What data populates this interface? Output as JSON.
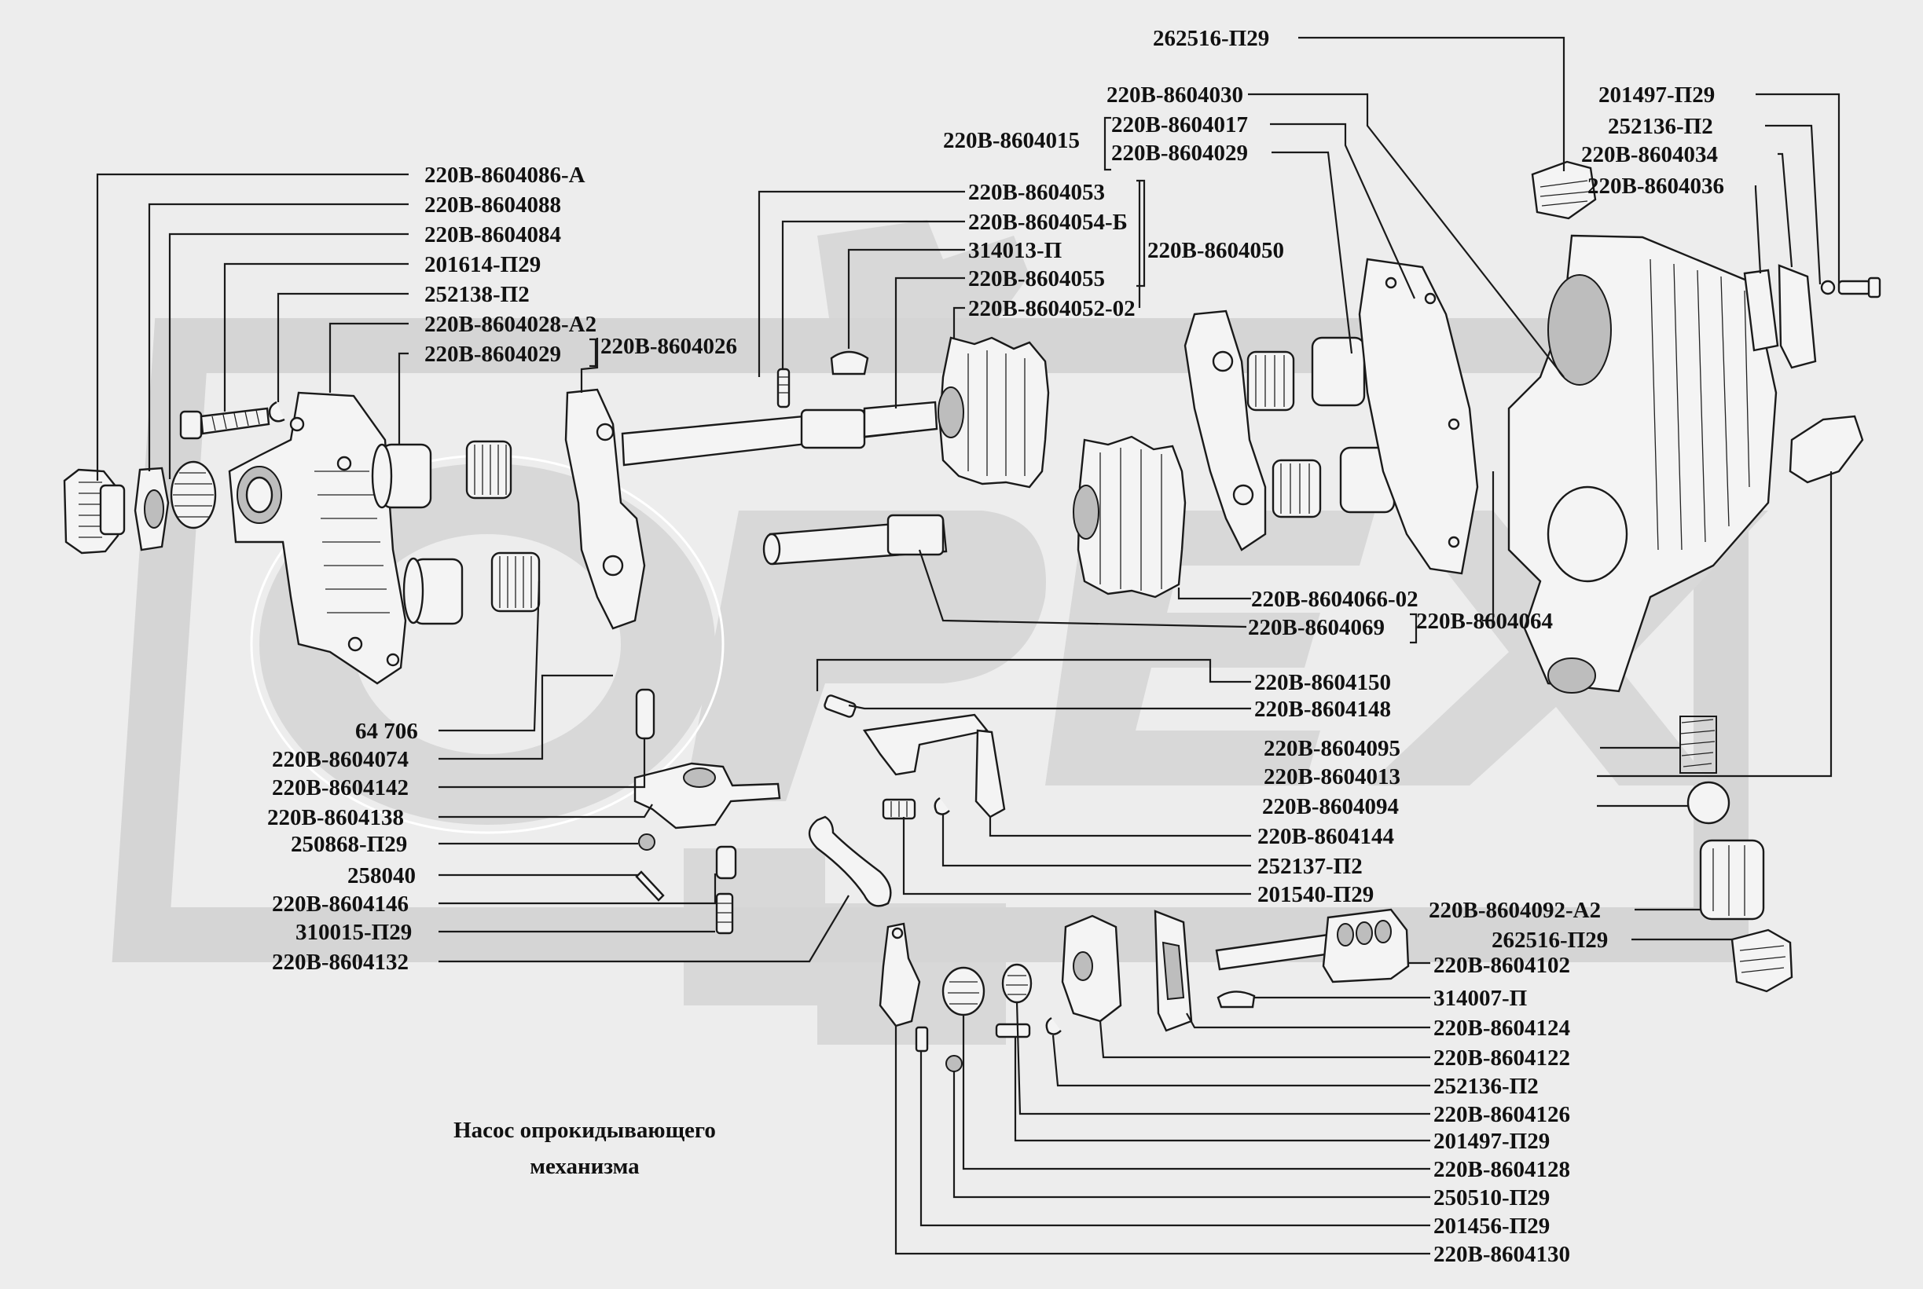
{
  "caption": {
    "line1": "Насос  опрокидывающего",
    "line2": "механизма"
  },
  "watermark": {
    "color": "#d8d8d8"
  },
  "labels": [
    "262516-П29",
    "220В-8604030",
    "220В-8604017",
    "220В-8604015",
    "220В-8604029",
    "201497-П29",
    "252136-П2",
    "220В-8604034",
    "220В-8604036",
    "220В-8604086-А",
    "220В-8604088",
    "220В-8604084",
    "201614-П29",
    "252138-П2",
    "220В-8604028-А2",
    "220В-8604029",
    "220В-8604026",
    "220В-8604053",
    "220В-8604054-Б",
    "314013-П",
    "220В-8604050",
    "220В-8604055",
    "220В-8604052-02",
    "220В-8604066-02",
    "220В-8604069",
    "220В-8604064",
    "220В-8604150",
    "220В-8604148",
    "220В-8604095",
    "220В-8604013",
    "220В-8604094",
    "64 706",
    "220В-8604074",
    "220В-8604142",
    "220В-8604138",
    "250868-П29",
    "258040",
    "220В-8604146",
    "310015-П29",
    "220В-8604132",
    "220В-8604144",
    "252137-П2",
    "201540-П29",
    "220В-8604092-А2",
    "262516-П29",
    "220В-8604102",
    "314007-П",
    "220В-8604124",
    "220В-8604122",
    "252136-П2",
    "220В-8604126",
    "201497-П29",
    "220В-8604128",
    "250510-П29",
    "201456-П29",
    "220В-8604130"
  ]
}
